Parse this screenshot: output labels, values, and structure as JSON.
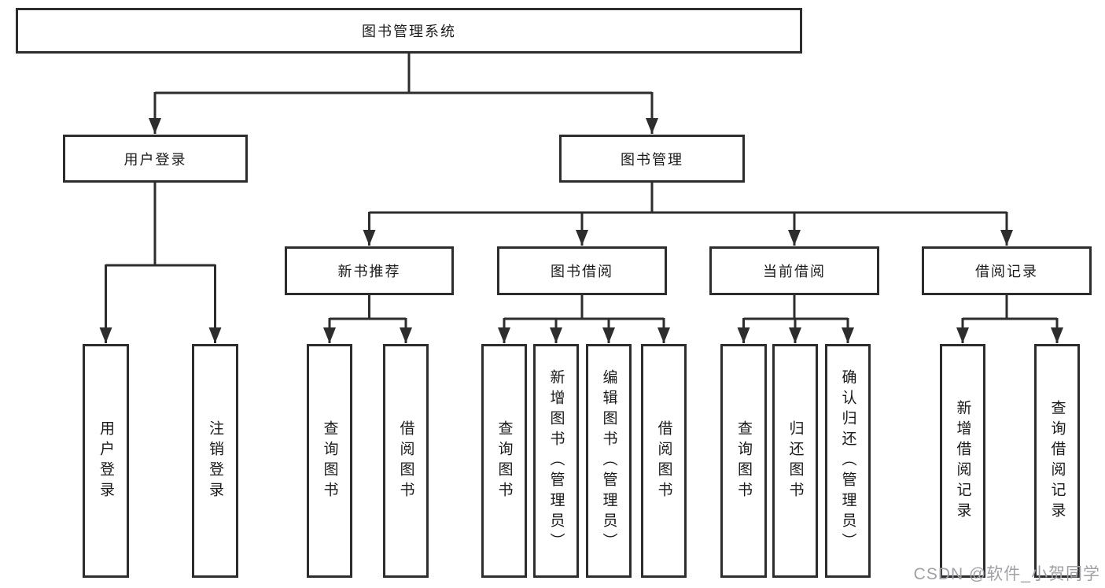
{
  "colors": {
    "border": "#2d2d2d",
    "line": "#2d2d2d",
    "text": "#1a1a1a",
    "watermark": "#a0a0a5",
    "background": "#ffffff"
  },
  "watermark": {
    "text": "CSDN @软件_小贺同学"
  },
  "tree": {
    "root": {
      "label": "图书管理系统"
    },
    "branches": [
      {
        "label": "用户登录",
        "children": [
          {
            "label": "用户登录"
          },
          {
            "label": "注销登录"
          }
        ]
      },
      {
        "label": "图书管理",
        "children": [
          {
            "label": "新书推荐",
            "children": [
              {
                "label": "查询图书"
              },
              {
                "label": "借阅图书"
              }
            ]
          },
          {
            "label": "图书借阅",
            "children": [
              {
                "label": "查询图书"
              },
              {
                "label": "新增图书（管理员）"
              },
              {
                "label": "编辑图书（管理员）"
              },
              {
                "label": "借阅图书"
              }
            ]
          },
          {
            "label": "当前借阅",
            "children": [
              {
                "label": "查询图书"
              },
              {
                "label": "归还图书"
              },
              {
                "label": "确认归还（管理员）"
              }
            ]
          },
          {
            "label": "借阅记录",
            "children": [
              {
                "label": "新增借阅记录"
              },
              {
                "label": "查询借阅记录"
              }
            ]
          }
        ]
      }
    ]
  }
}
